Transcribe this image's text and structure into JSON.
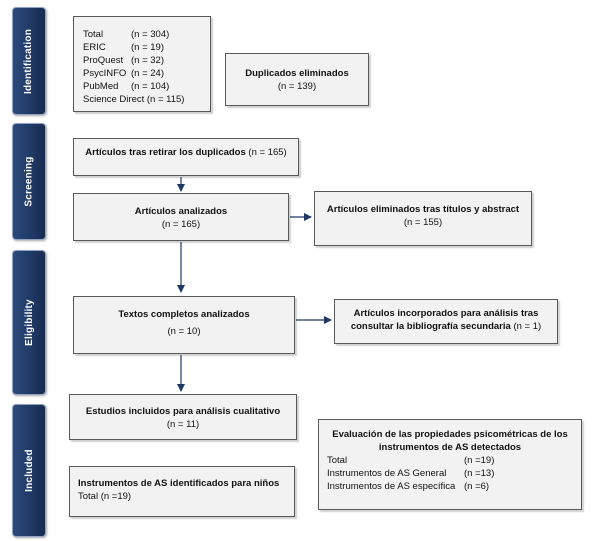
{
  "phases": {
    "identification": "Identification",
    "screening": "Screening",
    "eligibility": "Eligibility",
    "included": "Included"
  },
  "sources": {
    "rows": [
      {
        "name": "Total",
        "n": "(n = 304)"
      },
      {
        "name": "ERIC",
        "n": "(n = 19)"
      },
      {
        "name": "ProQuest",
        "n": "(n = 32)"
      },
      {
        "name": "PsycINFO",
        "n": "(n = 24)"
      },
      {
        "name": "PubMed",
        "n": "(n = 104)"
      },
      {
        "name": "Science Direct",
        "n": "(n = 115)"
      }
    ]
  },
  "duplicates": {
    "title": "Duplicados eliminados",
    "n": "(n = 139)"
  },
  "after_dupes": {
    "title": "Artículos tras retirar los duplicados",
    "n": "(n = 165)"
  },
  "analyzed": {
    "title": "Artículos analizados",
    "n": "(n = 165)"
  },
  "removed": {
    "title": "Artículos eliminados tras títulos y abstract",
    "n": "(n = 155)"
  },
  "fulltext": {
    "title": "Textos completos analizados",
    "n": "(n = 10)"
  },
  "incorporated": {
    "line1": "Artículos incorporados para análisis tras",
    "line2": "consultar la bibliografía secundaria",
    "n": "(n = 1)"
  },
  "qualitative": {
    "title": "Estudios incluidos para análisis cualitativo",
    "n": "(n = 11)"
  },
  "evaluation": {
    "line1": "Evaluación de las propiedades psicométricas de los",
    "line2": "instrumentos de AS detectados",
    "rows": [
      {
        "name": "Total",
        "n": "(n =19)"
      },
      {
        "name": "Instrumentos de AS General",
        "n": "(n =13)"
      },
      {
        "name": "Instrumentos de AS específica",
        "n": "(n =6)"
      }
    ]
  },
  "children": {
    "title": "Instrumentos de AS identificados para niños",
    "total": "Total (n =19)"
  }
}
